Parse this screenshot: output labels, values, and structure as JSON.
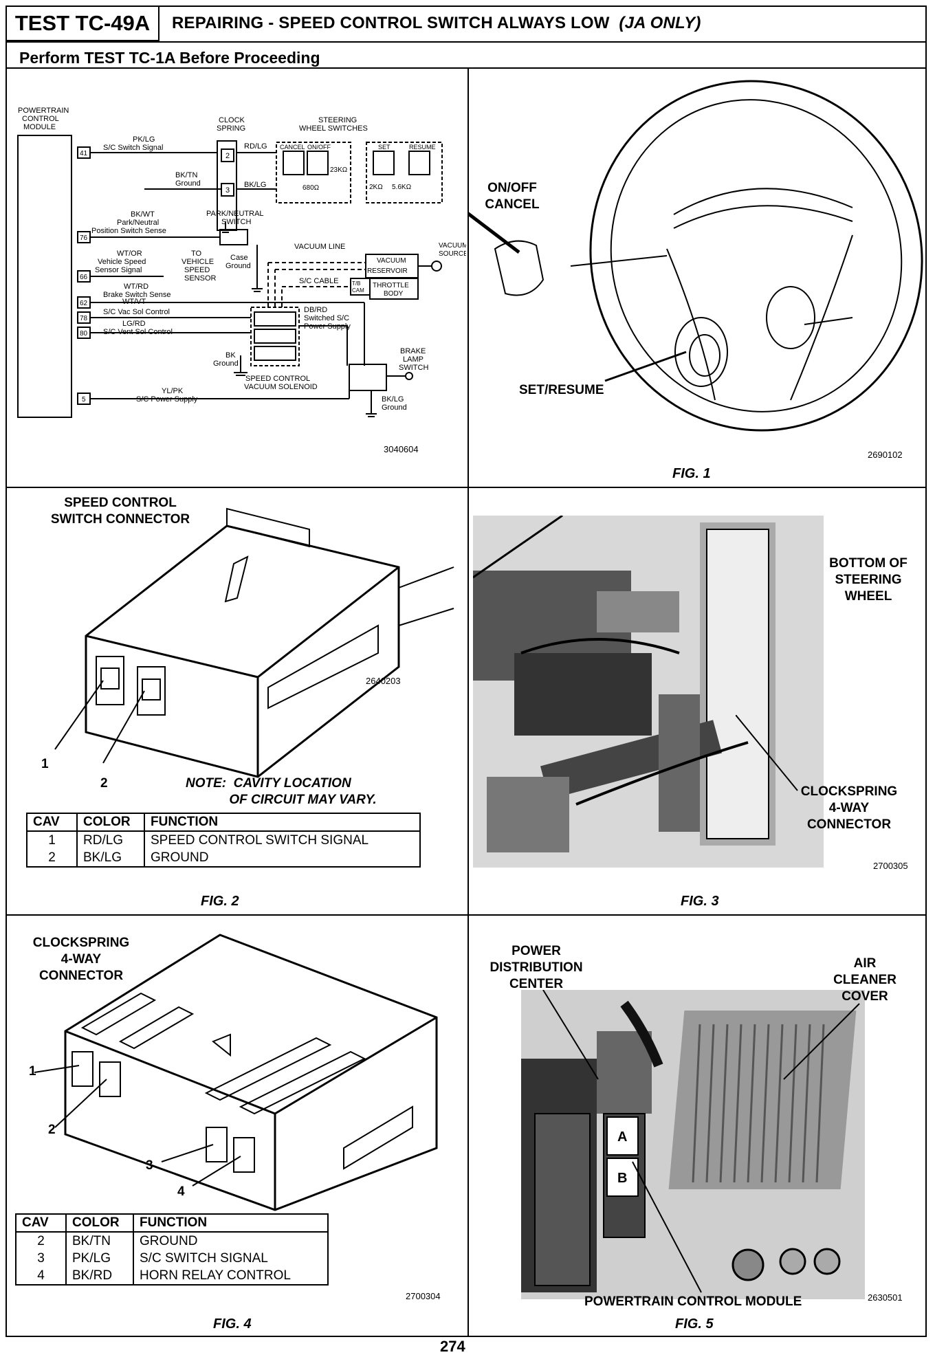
{
  "header": {
    "test_id": "TEST TC-49A",
    "title": "REPAIRING - SPEED CONTROL SWITCH ALWAYS LOW",
    "title_suffix": "(JA ONLY)",
    "subtitle": "Perform TEST TC-1A Before Proceeding"
  },
  "schematic": {
    "code": "3040604",
    "pcm_label": "POWERTRAIN CONTROL MODULE",
    "pins": [
      "41",
      "76",
      "66",
      "62",
      "78",
      "80",
      "5"
    ],
    "clockspring": "CLOCK SPRING",
    "steering_switches": "STEERING WHEEL SWITCHES",
    "switch_labels": [
      "CANCEL",
      "ON/OFF",
      "SET",
      "RESUME"
    ],
    "resistors": [
      "680Ω",
      "23KΩ",
      "2KΩ",
      "5.6KΩ"
    ],
    "cs_pins": [
      "2",
      "3"
    ],
    "wires": [
      {
        "color": "PK/LG",
        "desc": "S/C Switch Signal"
      },
      {
        "color": "BK/TN",
        "desc": "Ground"
      },
      {
        "color": "RD/LG",
        "desc": ""
      },
      {
        "color": "BK/LG",
        "desc": ""
      },
      {
        "color": "BK/WT",
        "desc": "Park/Neutral Position Switch Sense"
      },
      {
        "color": "WT/OR",
        "desc": "Vehicle Speed Sensor Signal"
      },
      {
        "color": "WT/RD",
        "desc": "Brake Switch Sense"
      },
      {
        "color": "WT/VT",
        "desc": "S/C Vac Sol Control"
      },
      {
        "color": "LG/RD",
        "desc": "S/C Vent Sol Control"
      },
      {
        "color": "DB/RD",
        "desc": "Switched S/C Power Supply"
      },
      {
        "color": "YL/PK",
        "desc": "S/C Power Supply"
      },
      {
        "color": "BK/LG",
        "desc": "Ground"
      },
      {
        "color": "BK",
        "desc": "Ground"
      }
    ],
    "park_neutral": "PARK/NEUTRAL SWITCH",
    "case_ground": "Case Ground",
    "to_vss": "TO VEHICLE SPEED SENSOR",
    "vacuum_line": "VACUUM LINE",
    "vacuum_reservoir": "VACUUM RESERVOIR",
    "vacuum_source": "VACUUM SOURCE",
    "sc_cable": "S/C CABLE",
    "tb_cam": "T/B CAM",
    "throttle_body": "THROTTLE BODY",
    "solenoid": "SPEED CONTROL VACUUM SOLENOID",
    "brake_switch": "BRAKE LAMP SWITCH"
  },
  "fig1": {
    "caption": "FIG. 1",
    "code": "2690102",
    "label_onoff": "ON/OFF\nCANCEL",
    "label_set": "SET/RESUME"
  },
  "fig2": {
    "caption": "FIG. 2",
    "code": "2640203",
    "title": "SPEED CONTROL\nSWITCH CONNECTOR",
    "callouts": [
      "1",
      "2"
    ],
    "note": "NOTE:  CAVITY LOCATION\n            OF CIRCUIT MAY VARY.",
    "table": {
      "headers": [
        "CAV",
        "COLOR",
        "FUNCTION"
      ],
      "rows": [
        [
          "1",
          "RD/LG",
          "SPEED CONTROL SWITCH SIGNAL"
        ],
        [
          "2",
          "BK/LG",
          "GROUND"
        ]
      ]
    }
  },
  "fig3": {
    "caption": "FIG. 3",
    "code": "2700305",
    "label_bottom": "BOTTOM OF\nSTEERING\nWHEEL",
    "label_conn": "CLOCKSPRING\n4-WAY\nCONNECTOR"
  },
  "fig4": {
    "caption": "FIG. 4",
    "code": "2700304",
    "title": "CLOCKSPRING\n4-WAY CONNECTOR",
    "callouts": [
      "1",
      "2",
      "3",
      "4"
    ],
    "table": {
      "headers": [
        "CAV",
        "COLOR",
        "FUNCTION"
      ],
      "rows": [
        [
          "2",
          "BK/TN",
          "GROUND"
        ],
        [
          "3",
          "PK/LG",
          "S/C SWITCH SIGNAL"
        ],
        [
          "4",
          "BK/RD",
          "HORN RELAY CONTROL"
        ]
      ]
    }
  },
  "fig5": {
    "caption": "FIG. 5",
    "code": "2630501",
    "label_pdc": "POWER\nDISTRIBUTION\nCENTER",
    "label_air": "AIR\nCLEANER\nCOVER",
    "label_pcm": "POWERTRAIN CONTROL MODULE",
    "conn_a": "A",
    "conn_b": "B"
  },
  "page_number": "274"
}
